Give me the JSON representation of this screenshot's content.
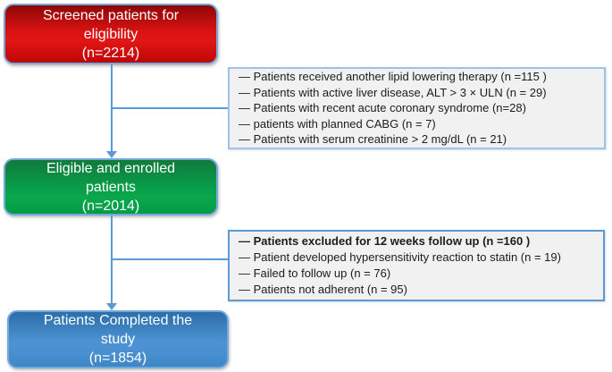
{
  "diagram": {
    "boxes": {
      "screened": {
        "lines": [
          "Screened patients for",
          "eligibility",
          "(n=2214)"
        ]
      },
      "enrolled": {
        "lines": [
          "Eligible and enrolled",
          "patients",
          "(n=2014)"
        ]
      },
      "completed": {
        "lines": [
          "Patients Completed the",
          "study",
          "(n=1854)"
        ]
      }
    },
    "exclusions_screening": {
      "items": [
        "— Patients received another lipid lowering therapy (n =115 )",
        "— Patients with active liver disease, ALT > 3 × ULN (n = 29)",
        "— Patients with recent acute coronary syndrome (n=28)",
        "— patients with planned CABG (n = 7)",
        "— Patients with serum creatinine > 2 mg/dL (n = 21)"
      ]
    },
    "exclusions_followup": {
      "items": [
        "— Patients excluded for 12 weeks follow up (n =160 )",
        "— Patient developed hypersensitivity reaction to statin (n = 19)",
        "— Failed to follow up (n = 76)",
        "— Patients not adherent (n = 95)"
      ]
    },
    "colors": {
      "connector_blue": "#5b9bd5",
      "node_border_blue": "#74a9dc",
      "screened_fill_red": "#d91212",
      "enrolled_fill_green": "#07a049",
      "completed_fill_blue": "#4d93d3",
      "exclusion_fill_gray": "#f1f1f2",
      "exclusion_border_light": "#9dc3e6",
      "exclusion_border_strong": "#5b9bd5"
    }
  }
}
